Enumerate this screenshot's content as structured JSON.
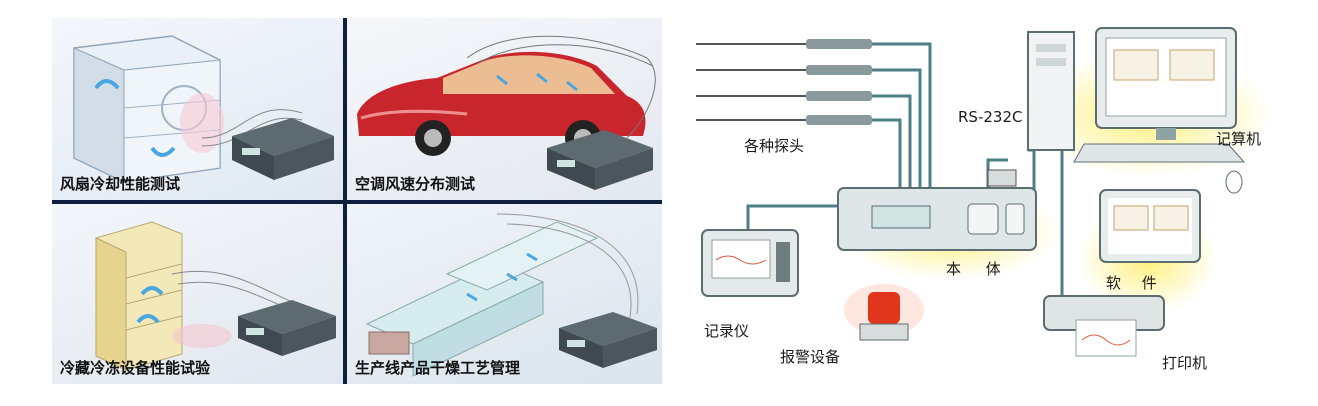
{
  "panels": {
    "fan_cooling": "风扇冷却性能测试",
    "ac_airflow": "空调风速分布测试",
    "refrigeration": "冷藏冷冻设备性能试验",
    "drying_process": "生产线产品干燥工艺管理"
  },
  "diagram": {
    "probes": "各种探头",
    "rs232c": "RS-232C",
    "computer": "记算机",
    "main_unit": "本 体",
    "software": "软 件",
    "recorder": "记录仪",
    "alarm": "报警设备",
    "printer": "打印机"
  },
  "colors": {
    "panel_border": "#0f1f3f",
    "highlight_glow": "#fff07a",
    "cable": "#4e7f86",
    "car_red": "#c8262c"
  }
}
